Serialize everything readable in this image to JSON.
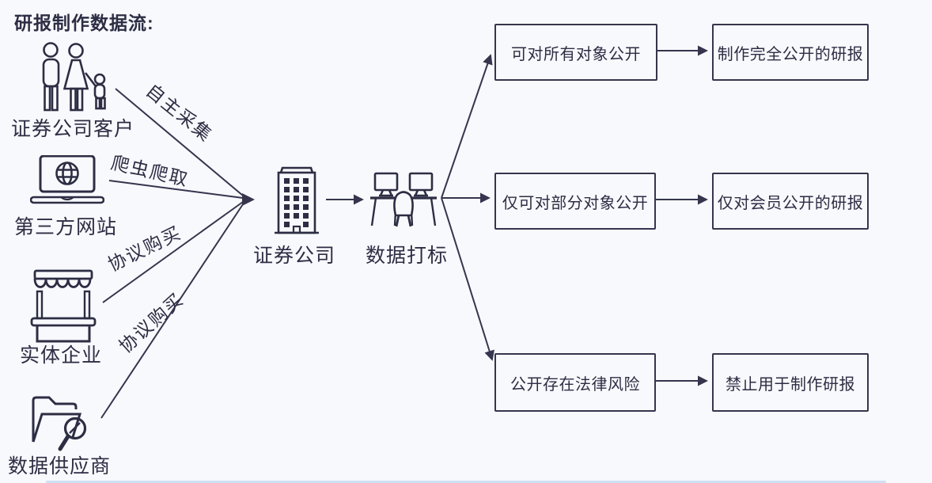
{
  "title": "研报制作数据流:",
  "ink_color": "#2d2d44",
  "background_color": "#f7f9fc",
  "sources": [
    {
      "label": "证券公司客户",
      "icon": "family-icon",
      "edge_label": "自主采集"
    },
    {
      "label": "第三方网站",
      "icon": "laptop-globe-icon",
      "edge_label": "爬虫爬取"
    },
    {
      "label": "实体企业",
      "icon": "storefront-icon",
      "edge_label": "协议购买"
    },
    {
      "label": "数据供应商",
      "icon": "folder-search-icon",
      "edge_label": "协议购买"
    }
  ],
  "center": {
    "company": {
      "label": "证券公司",
      "icon": "office-building-icon"
    },
    "labeling": {
      "label": "数据打标",
      "icon": "workstation-icon"
    }
  },
  "outcomes": [
    {
      "condition": "可对所有对象公开",
      "result": "制作完全公开的研报"
    },
    {
      "condition": "仅可对部分对象公开",
      "result": "仅对会员公开的研报"
    },
    {
      "condition": "公开存在法律风险",
      "result": "禁止用于制作研报"
    }
  ]
}
